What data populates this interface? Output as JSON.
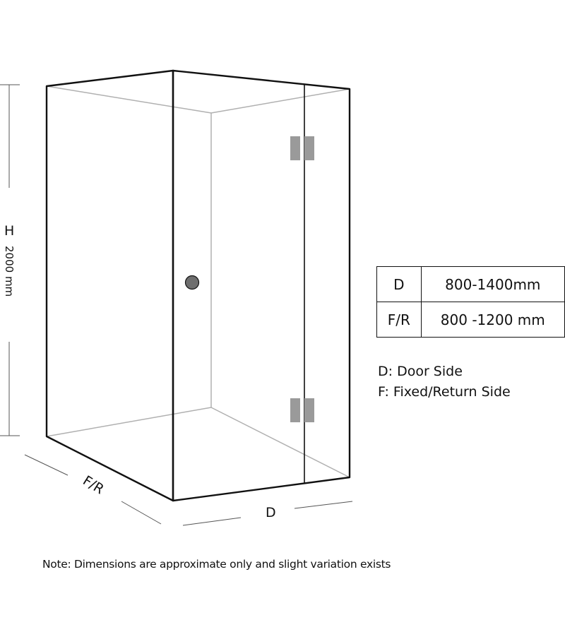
{
  "dimensions": {
    "height_letter": "H",
    "height_value": "2000 mm",
    "fr_label": "F/R",
    "d_label": "D"
  },
  "spec_table": {
    "rows": [
      {
        "key": "D",
        "value": "800-1400mm"
      },
      {
        "key": "F/R",
        "value": "800 -1200 mm"
      }
    ]
  },
  "legend": [
    "D: Door Side",
    "F: Fixed/Return Side"
  ],
  "note": "Note: Dimensions are approximate only and slight variation exists",
  "colors": {
    "frame": "#111111",
    "inner_edges": "#b0b0b0",
    "hinge": "#9a9a9a",
    "handle": "#6e6e6e"
  }
}
